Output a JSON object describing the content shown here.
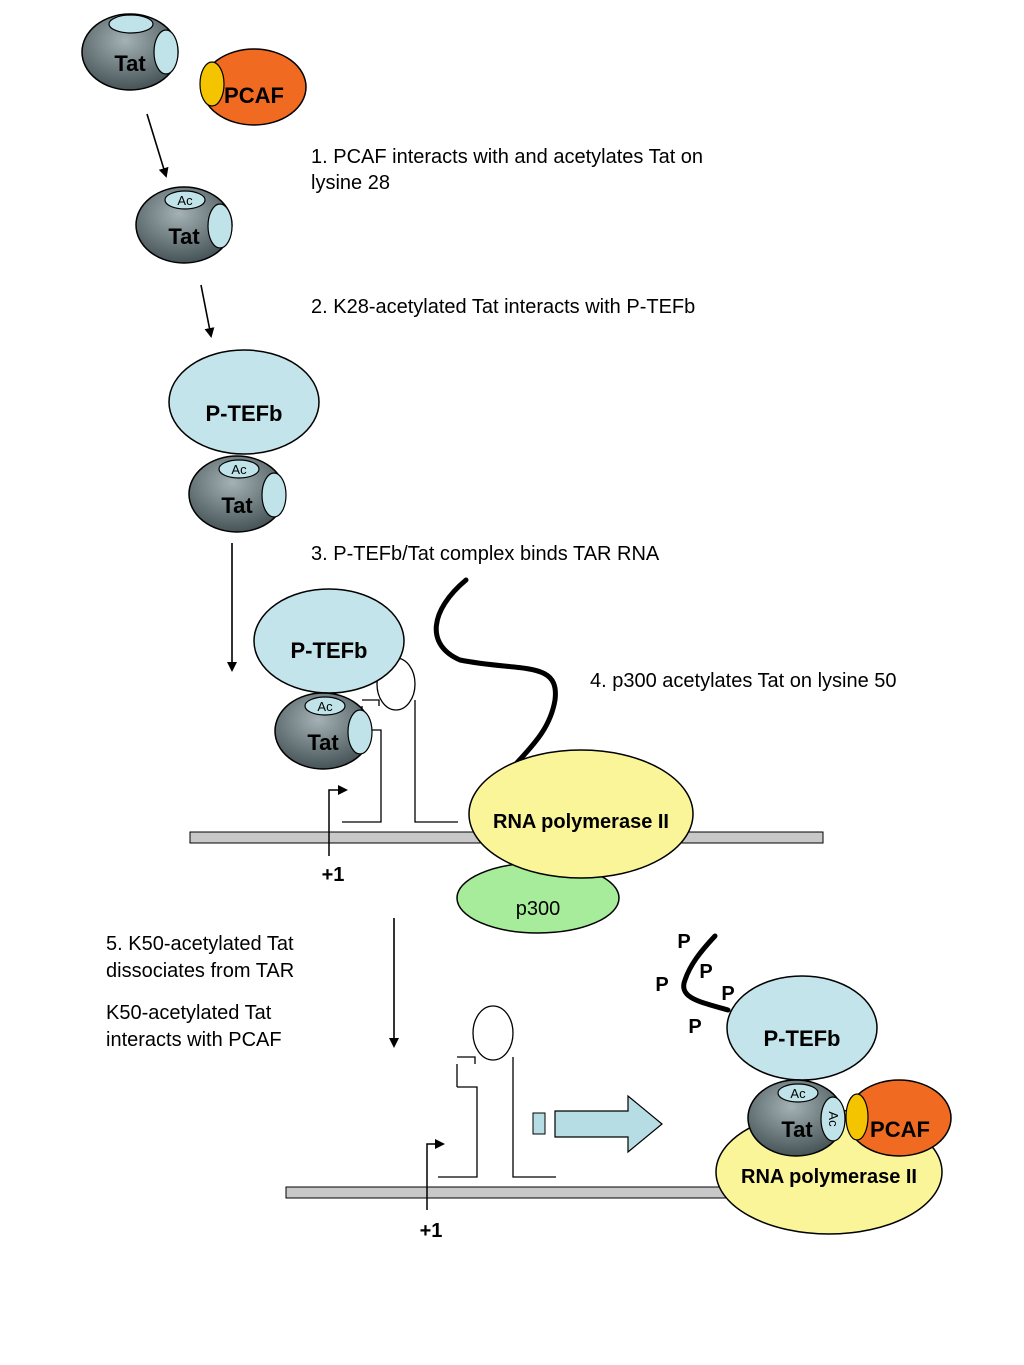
{
  "steps": {
    "s1_line1": "1. PCAF interacts with and acetylates Tat on",
    "s1_line2": "lysine 28",
    "s2": "2. K28-acetylated Tat interacts with P-TEFb",
    "s3": "3. P-TEFb/Tat complex binds TAR RNA",
    "s4": "4. p300 acetylates Tat on lysine 50",
    "s5_line1": "5. K50-acetylated Tat",
    "s5_line2": "dissociates from TAR",
    "s6_line1": "K50-acetylated Tat",
    "s6_line2": "interacts with PCAF"
  },
  "labels": {
    "tat": "Tat",
    "pcaf": "PCAF",
    "ptefb": "P-TEFb",
    "ac": "Ac",
    "rnapol": "RNA polymerase II",
    "p300": "p300",
    "tss": "+1",
    "phospho": "P"
  },
  "colors": {
    "tat_dark": "#4a5a5e",
    "tat_light": "#9aa8ac",
    "pocket": "#bfe3e8",
    "ptefb": "#c2e4ea",
    "pcaf": "#f06a22",
    "pcaf_cap": "#f5c400",
    "rnapol": "#fbf59a",
    "p300": "#a6ec9a",
    "dna": "#c8c8c8",
    "block_arrow": "#b6dde3"
  }
}
